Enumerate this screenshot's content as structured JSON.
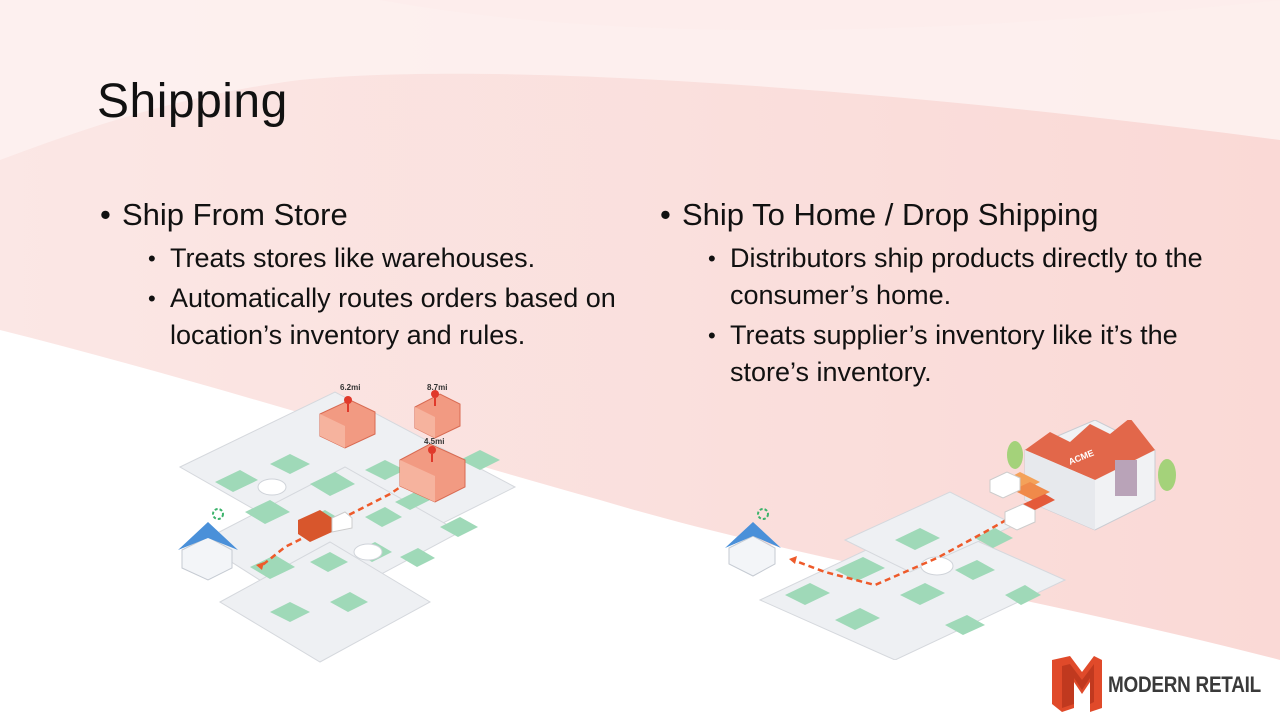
{
  "slide": {
    "title": "Shipping",
    "left": {
      "heading": "Ship From Store",
      "bullets": [
        "Treats stores like warehouses.",
        "Automatically routes orders based on location’s inventory and rules."
      ]
    },
    "right": {
      "heading": "Ship To Home / Drop Shipping",
      "bullets": [
        "Distributors ship products directly to the consumer’s home.",
        "Treats supplier’s inventory like it’s the store’s inventory."
      ]
    }
  },
  "illustrations": {
    "store_map": {
      "distances": [
        "6.2mi",
        "8.7mi",
        "4.5mi"
      ]
    },
    "dropship_map": {
      "warehouse_sign": "ACME"
    }
  },
  "logo": {
    "text": "MODERN RETAIL",
    "brand_color": "#e04a2a"
  },
  "colors": {
    "background_band": "#fbe4e2",
    "route": "#ee5a2a",
    "block": "#9fd9b8"
  }
}
